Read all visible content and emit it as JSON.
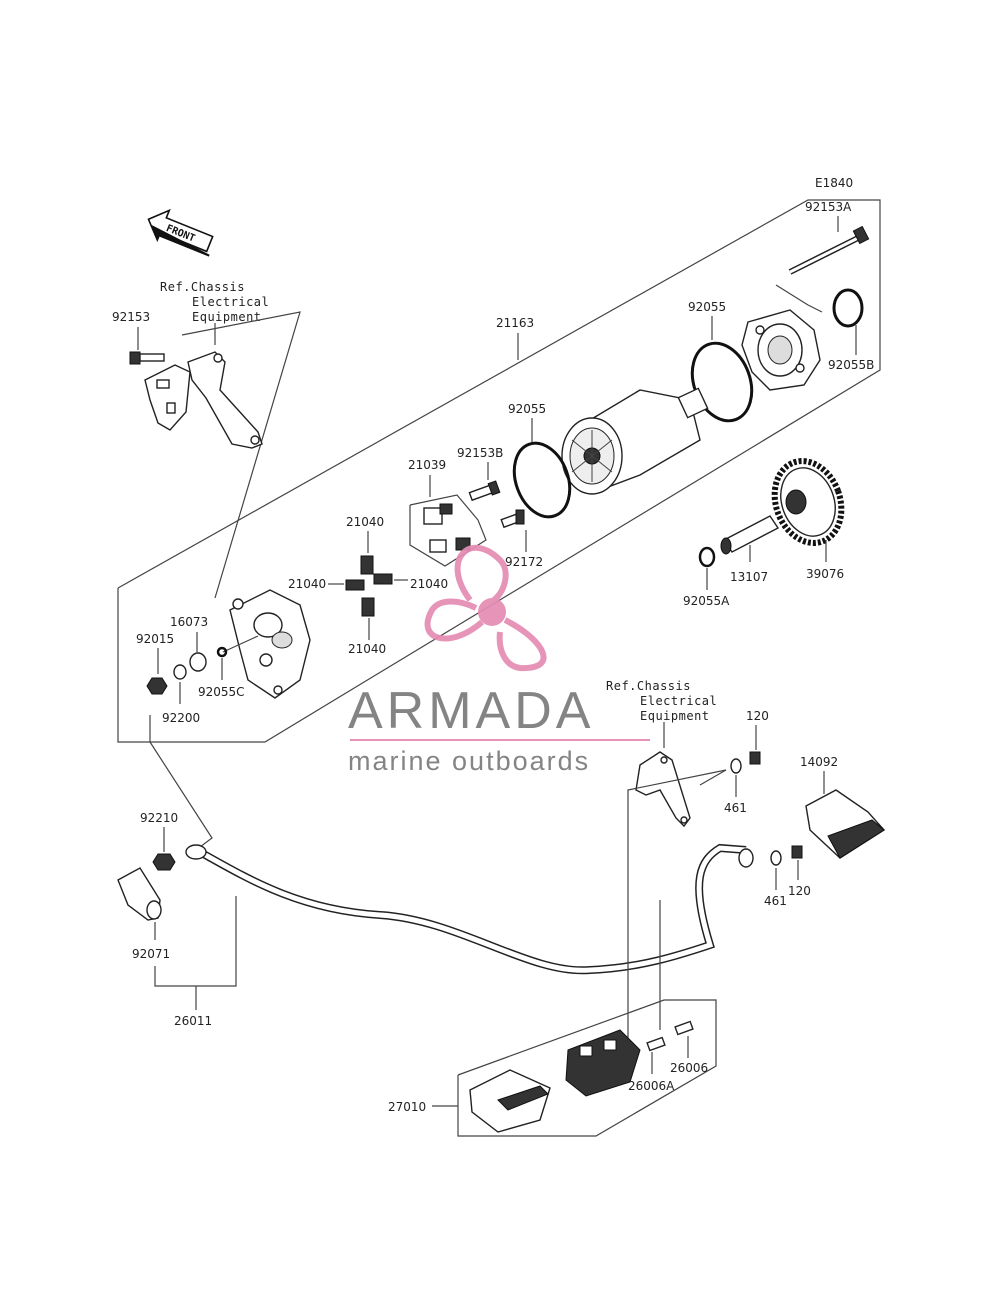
{
  "diagram_code": "E1840",
  "front_label": "FRONT",
  "ref_chassis_top": [
    "Ref.Chassis",
    "Electrical",
    "Equipment"
  ],
  "ref_chassis_mid": [
    "Ref.Chassis",
    "Electrical",
    "Equipment"
  ],
  "watermark": {
    "brand": "ARMADA",
    "tagline": "marine outboards",
    "color_pink": "#e58cb4",
    "color_gray": "#7a7a7a"
  },
  "parts": {
    "p92153A": "92153A",
    "p92055_top": "92055",
    "p92055B": "92055B",
    "p21163": "21163",
    "p92153": "92153",
    "p92055_mid": "92055",
    "p92153B": "92153B",
    "p21039": "21039",
    "p92172": "92172",
    "p21040_a": "21040",
    "p21040_b": "21040",
    "p21040_c": "21040",
    "p21040_d": "21040",
    "p16073": "16073",
    "p92015": "92015",
    "p92055C": "92055C",
    "p92200": "92200",
    "p13107": "13107",
    "p39076": "39076",
    "p92055A": "92055A",
    "p120_top": "120",
    "p461_top": "461",
    "p14092": "14092",
    "p461_bot": "461",
    "p120_bot": "120",
    "p92210": "92210",
    "p92071": "92071",
    "p26011": "26011",
    "p26006": "26006",
    "p26006A": "26006A",
    "p27010": "27010"
  }
}
